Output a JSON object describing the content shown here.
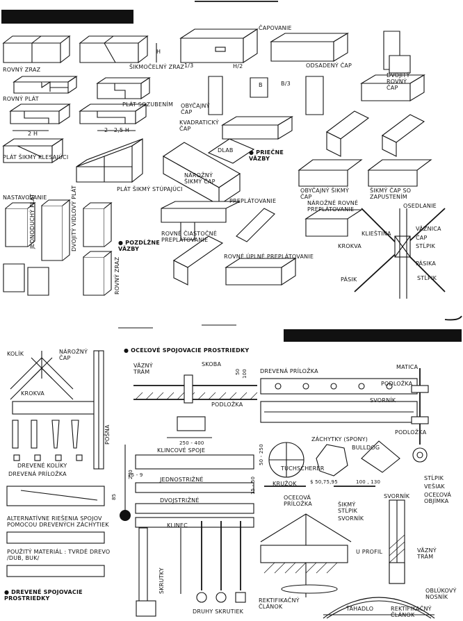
{
  "top": {
    "joints_left": [
      "ROVNÝ ZRAZ",
      "ŠIKMOČELNÝ ZRAZ",
      "ROVNÝ PLÁT",
      "PLÁT SOZUBENÍM",
      "PLÁT ŠIKMÝ KLESAJÚCI",
      "PLÁT ŠIKMÝ STÚPAJÚCI",
      "NASTAVOVANIE",
      "JEDNODUCHÝ PLÁT",
      "DVOJITÝ VIDLOVÝ PLÁT",
      "ROVNÝ ZRAZ"
    ],
    "dims": [
      "h",
      "2 h",
      "2 - 2,5 h",
      "b",
      "h/2",
      "1/3",
      "b/3"
    ],
    "capovanie": [
      "ČAPOVANIE",
      "ODSADENÝ ČAP",
      "DVOJITÝ ROVNÝ ČAP",
      "OBYČAJNÝ ČAP",
      "KVADRATICKÝ ČAP",
      "DLAB",
      "NÁROŽNÝ ŠIKMÝ ČAP",
      "OBYČAJNÝ ŠIKMÝ ČAP",
      "ŠIKMÝ ČAP SO ZAPUSTENÍM"
    ],
    "sections": [
      "PRIEČNE VÄZBY",
      "POZDĹŽNE VÄZBY"
    ],
    "preplatovanie": [
      "PREPLÁTOVANIE",
      "ROVNÉ ČIASTOČNÉ PREPLÁTOVANIE",
      "NÁROŽNÉ ROVNÉ PREPLÁTOVANIE",
      "ROVNÉ ÚPLNÉ PREPLÁTOVANIE"
    ],
    "sedlanie": [
      "OSEDLANIE",
      "KLIEŠTINA",
      "KROKVA",
      "VÄZNICA",
      "ČAP",
      "STĹPIK",
      "PÁSIKA",
      "PÁSIK",
      "STĹPIK"
    ]
  },
  "bottom_left": {
    "labels": [
      "KOLÍK",
      "NÁROŽNÝ ČAP",
      "KROKVA",
      "POŠNA",
      "DREVENÉ KOLÍKY",
      "DREVENÁ PRÍLOŽKA",
      "ALTERNATÍVNE RIEŠENIA SPOJOV POMOCOU DREVENÝCH ZÁCHYTIEK",
      "POUŽITÝ MATERIÁL : TVRDÉ DREVO /DUB, BUK/"
    ],
    "section": "DREVENÉ SPOJOVACIE PROSTRIEDKY",
    "dims": [
      "250",
      "25 - 9",
      "85"
    ]
  },
  "bottom_mid": {
    "section": "OCEĽOVÉ SPOJOVACIE PROSTRIEDKY",
    "labels": [
      "VÄZNÝ TRÁM",
      "SKOBA",
      "PODLOŽKA",
      "KLINCOVÉ SPOJE",
      "JEDNOSTRIŽNÉ",
      "DVOJSTRIŽNÉ",
      "KLINEC",
      "SKRUTKY",
      "DRUHY SKRUTIEK"
    ],
    "dims": [
      "250 - 400",
      "50",
      "100"
    ]
  },
  "bottom_right": {
    "labels": [
      "DREVENÁ PRÍLOŽKA",
      "MATICA",
      "PODLOŽKA",
      "SVORNÍK",
      "ZÁCHYTKY (SPONY)",
      "BULLDOG",
      "PODLOŽKA",
      "TUCHSCHERER",
      "KRUŽOK",
      "OCEĽOVÁ PRÍLOŽKA",
      "ŠIKMÝ STĹPIK",
      "SVORNÍK",
      "STĹPIK",
      "SVORNÍK",
      "VEŠIAK",
      "OCEĽOVÁ OBJÍMKA",
      "U PROFIL",
      "VÄZNÝ TRÁM",
      "REKTIFIKAČNÝ ČLÁNOK",
      "ŤAHADLO",
      "OBLÚKOVÝ NOSNÍK",
      "REKTIFIKAČNÝ ČLÁNOK"
    ],
    "dims": [
      "50 - 250",
      "$ 50,75,95",
      "100 , 130",
      "15 - 50"
    ]
  }
}
